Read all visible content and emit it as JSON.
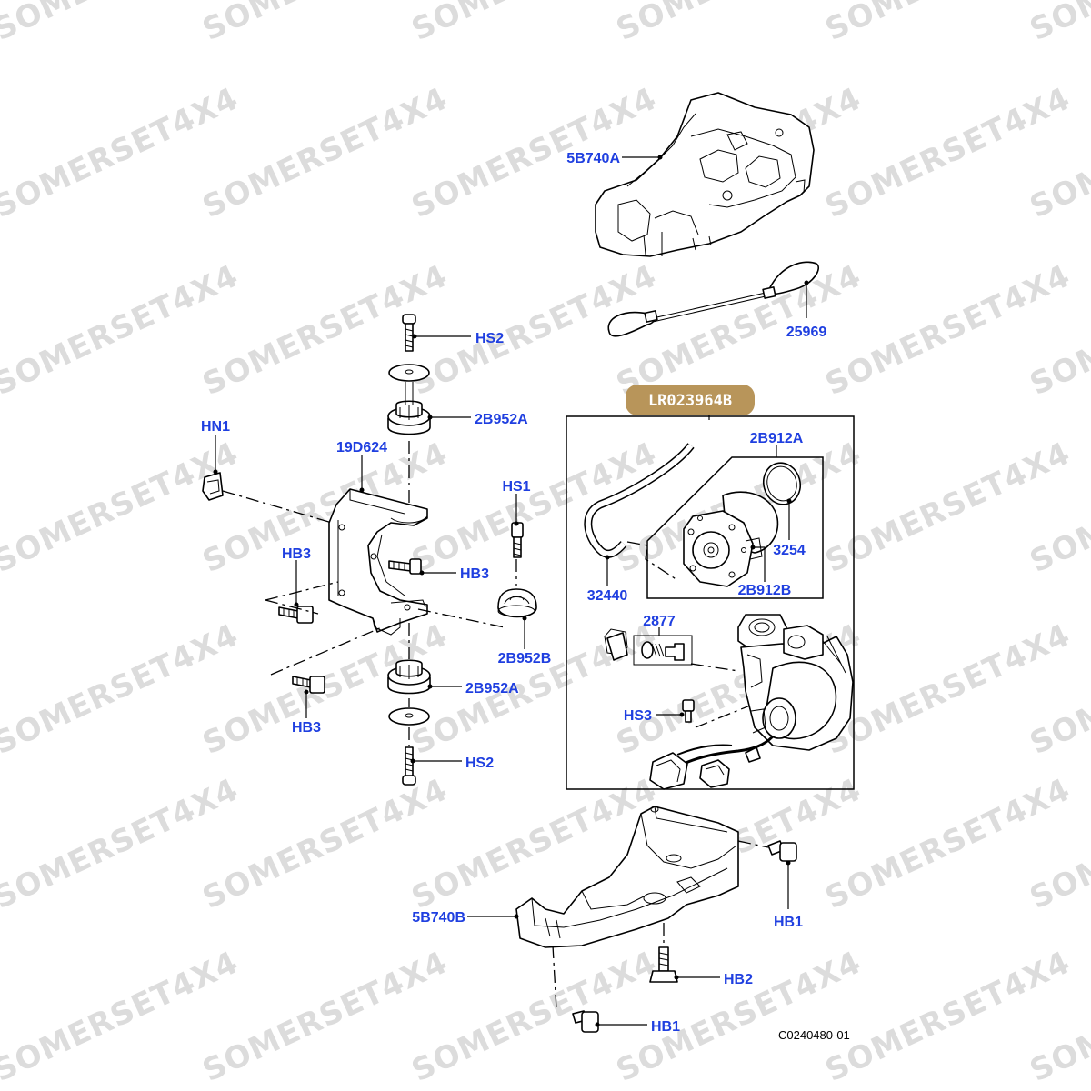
{
  "watermark": "SOMERSET4X4",
  "diagram_code": "C0240480-01",
  "kit": {
    "label": "LR023964B",
    "badge_color": "#b8955a"
  },
  "label_color": "#1f3fe0",
  "labels": {
    "cover_upper": "5B740A",
    "strap": "25969",
    "hn1": "HN1",
    "bracket": "19D624",
    "hs2_top": "HS2",
    "isolator_top": "2B952A",
    "hb3_left": "HB3",
    "hb3_right": "HB3",
    "hs1": "HS1",
    "isolator_side": "2B952B",
    "hb3_lower": "HB3",
    "isolator_bottom": "2B952A",
    "hs2_bottom": "HS2",
    "filter_kit": "2B912A",
    "oring": "3254",
    "hose": "32440",
    "filter_housing": "2B912B",
    "valve": "2877",
    "hs3": "HS3",
    "cover_lower": "5B740B",
    "hb1_right": "HB1",
    "hb2": "HB2",
    "hb1_bottom": "HB1"
  }
}
